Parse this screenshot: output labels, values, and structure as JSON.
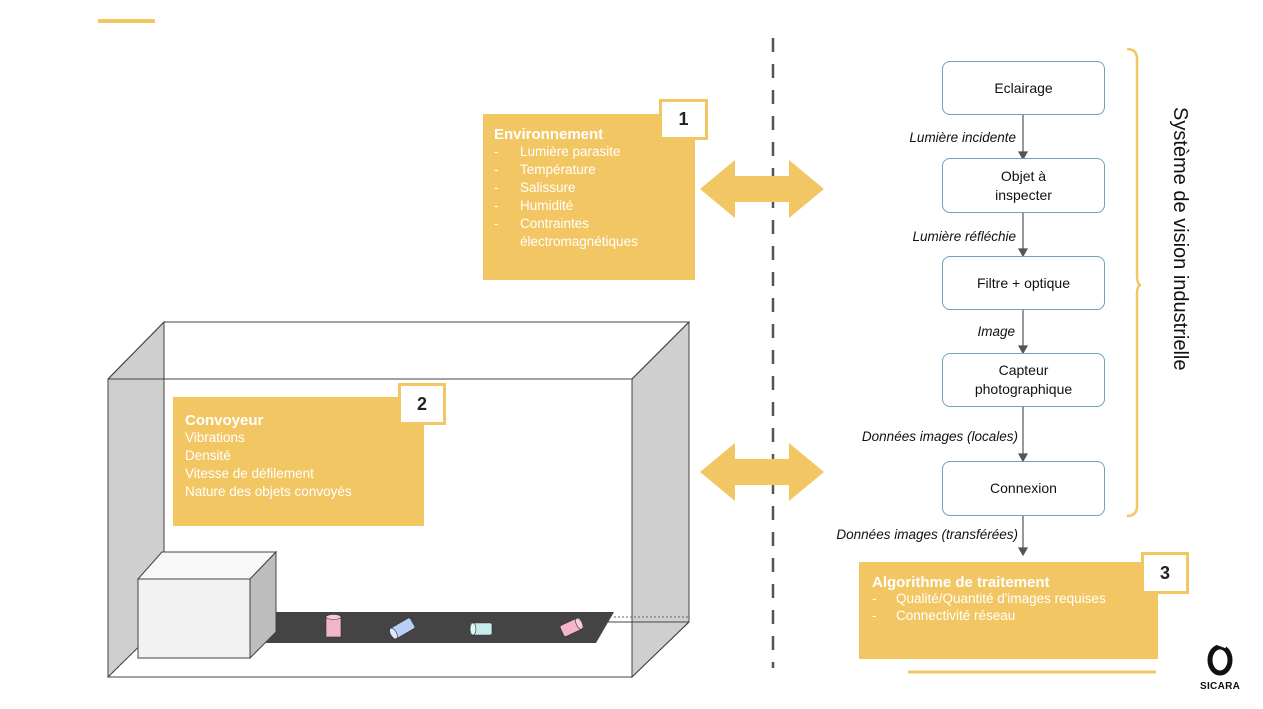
{
  "colors": {
    "accent": "#f2c663",
    "step_border": "#6fa3b5",
    "conveyor": "#444444",
    "dashed": "#555555"
  },
  "environment": {
    "number": "1",
    "title": "Environnement",
    "items": [
      "Lumière parasite",
      "Température",
      "Salissure",
      "Humidité",
      "Contraintes électromagnétiques"
    ]
  },
  "convoyeur": {
    "number": "2",
    "title": "Convoyeur",
    "items": [
      "Vibrations",
      "Densité",
      "Vitesse de défilement",
      "Nature des objets convoyés"
    ]
  },
  "algorithme": {
    "number": "3",
    "title": "Algorithme de traitement",
    "items": [
      "Qualité/Quantité d'images requises",
      "Connectivité réseau"
    ]
  },
  "pipeline": {
    "steps": [
      "Eclairage",
      "Objet à\ninspecter",
      "Filtre + optique",
      "Capteur\nphotographique",
      "Connexion"
    ],
    "labels": [
      "Lumière incidente",
      "Lumière réfléchie",
      "Image",
      "Données images (locales)",
      "Données images (transférées)"
    ]
  },
  "system_title": "Système de vision industrielle",
  "logo": {
    "text": "SICARA",
    "icon": "sicara-logo-icon"
  },
  "icons": {
    "double_arrow": "double-arrow-icon"
  }
}
